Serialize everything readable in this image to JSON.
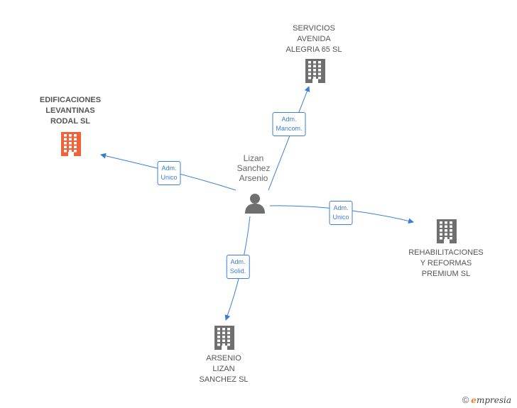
{
  "colors": {
    "link": "#3a7fd5",
    "building_default": "#6f6f6f",
    "building_highlight": "#f0623b",
    "person": "#6f6f6f"
  },
  "center": {
    "name_lines": [
      "Lizan",
      "Sanchez",
      "Arsenio"
    ],
    "icon": "person-icon"
  },
  "companies": [
    {
      "id": "servicios",
      "name_lines": [
        "SERVICIOS",
        "AVENIDA",
        "ALEGRIA 65 SL"
      ],
      "icon": "building-icon",
      "highlight": false
    },
    {
      "id": "edificaciones",
      "name_lines": [
        "EDIFICACIONES",
        "LEVANTINAS",
        "RODAL SL"
      ],
      "icon": "building-icon",
      "highlight": true
    },
    {
      "id": "rehabilitaciones",
      "name_lines": [
        "REHABILITACIONES",
        "Y REFORMAS",
        "PREMIUM SL"
      ],
      "icon": "building-icon",
      "highlight": false
    },
    {
      "id": "arsenio",
      "name_lines": [
        "ARSENIO",
        "LIZAN",
        "SANCHEZ SL"
      ],
      "icon": "building-icon",
      "highlight": false
    }
  ],
  "relations": [
    {
      "to": "servicios",
      "label_lines": [
        "Adm.",
        "Mancom."
      ]
    },
    {
      "to": "edificaciones",
      "label_lines": [
        "Adm.",
        "Unico"
      ]
    },
    {
      "to": "rehabilitaciones",
      "label_lines": [
        "Adm.",
        "Unico"
      ]
    },
    {
      "to": "arsenio",
      "label_lines": [
        "Adm.",
        "Solid."
      ]
    }
  ],
  "footer": {
    "copyright_symbol": "©",
    "brand_initial": "e",
    "brand_rest": "mpresia"
  }
}
